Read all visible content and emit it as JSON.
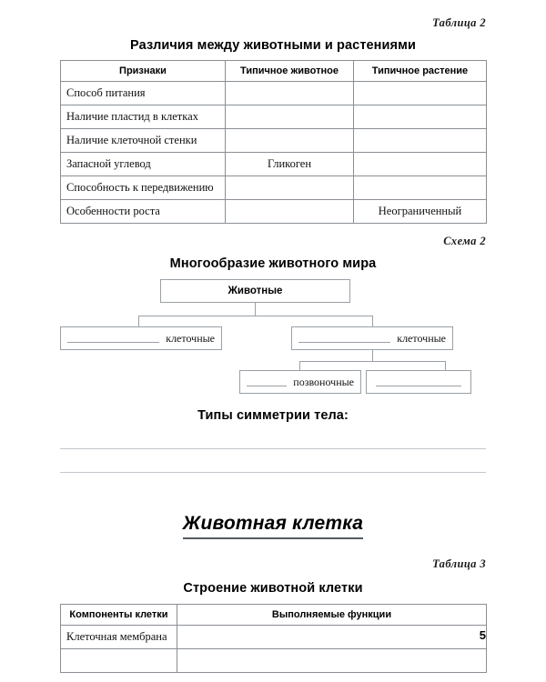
{
  "page": {
    "number": "5",
    "language": "ru"
  },
  "table2": {
    "caption": "Таблица 2",
    "title": "Различия между животными и растениями",
    "columns": [
      "Признаки",
      "Типичное животное",
      "Типичное растение"
    ],
    "rows": [
      {
        "feature": "Способ питания",
        "animal": "",
        "plant": ""
      },
      {
        "feature": "Наличие пластид в клетках",
        "animal": "",
        "plant": ""
      },
      {
        "feature": "Наличие клеточной стенки",
        "animal": "",
        "plant": ""
      },
      {
        "feature": "Запасной углевод",
        "animal": "Гликоген",
        "plant": ""
      },
      {
        "feature": "Способность к передвижению",
        "animal": "",
        "plant": ""
      },
      {
        "feature": "Особенности роста",
        "animal": "",
        "plant": "Неограниченный"
      }
    ]
  },
  "scheme2": {
    "caption": "Схема 2",
    "title": "Многообразие животного мира",
    "root": "Животные",
    "level2": [
      {
        "blank": true,
        "label": "клеточные"
      },
      {
        "blank": true,
        "label": "клеточные"
      }
    ],
    "level3": [
      {
        "blank": true,
        "label": "позвоночные"
      },
      {
        "blank": true,
        "label": ""
      }
    ]
  },
  "symmetry": {
    "title": "Типы симметрии тела:",
    "answer_lines": [
      "",
      ""
    ]
  },
  "chapter": {
    "title": "Животная клетка"
  },
  "table3": {
    "caption": "Таблица 3",
    "title": "Строение животной клетки",
    "columns": [
      "Компоненты клетки",
      "Выполняемые функции"
    ],
    "rows": [
      {
        "component": "Клеточная мембрана",
        "function": ""
      },
      {
        "component": "",
        "function": ""
      }
    ]
  }
}
